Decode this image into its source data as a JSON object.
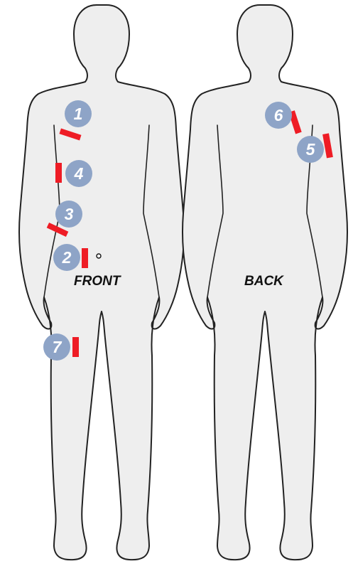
{
  "views": {
    "front_label": "FRONT",
    "back_label": "BACK"
  },
  "sites": [
    {
      "id": "1",
      "label": "1",
      "view": "front",
      "region": "upper chest"
    },
    {
      "id": "2",
      "label": "2",
      "view": "front",
      "region": "abdomen"
    },
    {
      "id": "3",
      "label": "3",
      "view": "front",
      "region": "lower side"
    },
    {
      "id": "4",
      "label": "4",
      "view": "front",
      "region": "side"
    },
    {
      "id": "5",
      "label": "5",
      "view": "back",
      "region": "upper arm"
    },
    {
      "id": "6",
      "label": "6",
      "view": "back",
      "region": "shoulder"
    },
    {
      "id": "7",
      "label": "7",
      "view": "front",
      "region": "thigh"
    }
  ],
  "colors": {
    "badge": "#8ea4c7",
    "marker": "#ee1c25",
    "body_fill": "#eeeeee",
    "outline": "#222222"
  }
}
